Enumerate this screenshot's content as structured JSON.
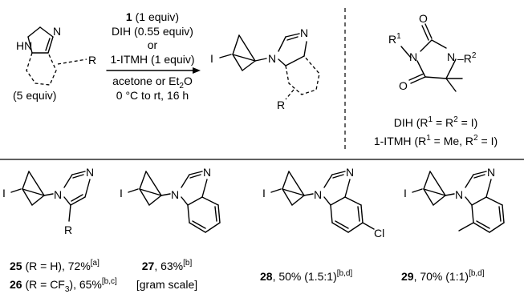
{
  "scheme": {
    "reagent_1_num": "1",
    "reagent_1_equiv": " (1 equiv)",
    "reagent_2": "DIH (0.55 equiv)",
    "or": "or",
    "reagent_3": "1-ITMH (1 equiv)",
    "solvent_a": "acetone or Et",
    "solvent_sub": "2",
    "solvent_b": "O",
    "conditions": "0 °C to rt, 16 h",
    "substrate_equiv": "(5 equiv)",
    "atom_HN": "HN",
    "atom_N": "N",
    "atom_I": "I",
    "atom_O": "O",
    "atom_R": "R",
    "atom_Cl": "Cl",
    "reagent_R1": "R",
    "reagent_R1_sup": "1",
    "reagent_R2": "–R",
    "reagent_R2_sup": "2",
    "def_DIH_a": "DIH (R",
    "def_DIH_b": " = R",
    "def_DIH_c": " = I)",
    "def_ITMH_a": "1-ITMH (R",
    "def_ITMH_b": " = Me, R",
    "def_ITMH_c": " = I)",
    "sup_1": "1",
    "sup_2": "2"
  },
  "products": [
    {
      "num": "25",
      "label": " (R = H), 72%",
      "note": "[a]"
    },
    {
      "num": "26",
      "label": " (R = CF",
      "sub": "3",
      "label2": "), 65%",
      "note": "[b,c]"
    },
    {
      "num": "27",
      "label": ", 63%",
      "note": "[b]",
      "extra": "[gram scale]"
    },
    {
      "num": "28",
      "label": ", 50% (1.5:1)",
      "note": "[b,d]"
    },
    {
      "num": "29",
      "label": ", 70% (1:1)",
      "note": "[b,d]"
    }
  ]
}
